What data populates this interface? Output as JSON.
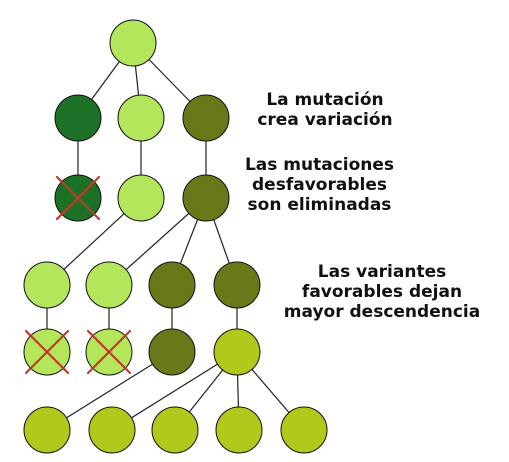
{
  "colors": {
    "light_green": "#b3e65a",
    "dark_green": "#1c7127",
    "olive": "#6a781a",
    "yellow_green": "#b2c81a",
    "outline": "#111111",
    "edge": "#222222",
    "cross": "#c0392b"
  },
  "captions": [
    {
      "lines": [
        "La mutación",
        "crea variación"
      ]
    },
    {
      "lines": [
        "Las mutaciones",
        "desfavorables",
        "son eliminadas"
      ]
    },
    {
      "lines": [
        "Las variantes",
        "favorables dejan",
        "mayor descendencia"
      ]
    }
  ],
  "nodes": [
    {
      "id": "root",
      "generation": 1,
      "color": "light_green",
      "eliminated": false
    },
    {
      "id": "g2-1",
      "generation": 2,
      "color": "dark_green",
      "eliminated": false
    },
    {
      "id": "g2-2",
      "generation": 2,
      "color": "light_green",
      "eliminated": false
    },
    {
      "id": "g2-3",
      "generation": 2,
      "color": "olive",
      "eliminated": false
    },
    {
      "id": "g3-1",
      "generation": 3,
      "color": "dark_green",
      "eliminated": true
    },
    {
      "id": "g3-2",
      "generation": 3,
      "color": "light_green",
      "eliminated": false
    },
    {
      "id": "g3-3",
      "generation": 3,
      "color": "olive",
      "eliminated": false
    },
    {
      "id": "g4-1",
      "generation": 4,
      "color": "light_green",
      "eliminated": false
    },
    {
      "id": "g4-2",
      "generation": 4,
      "color": "light_green",
      "eliminated": false
    },
    {
      "id": "g4-3",
      "generation": 4,
      "color": "olive",
      "eliminated": false
    },
    {
      "id": "g4-4",
      "generation": 4,
      "color": "olive",
      "eliminated": false
    },
    {
      "id": "g5-1",
      "generation": 5,
      "color": "light_green",
      "eliminated": true
    },
    {
      "id": "g5-2",
      "generation": 5,
      "color": "light_green",
      "eliminated": true
    },
    {
      "id": "g5-3",
      "generation": 5,
      "color": "olive",
      "eliminated": false
    },
    {
      "id": "g5-4",
      "generation": 5,
      "color": "yellow_green",
      "eliminated": false
    },
    {
      "id": "g6-1",
      "generation": 6,
      "color": "yellow_green",
      "eliminated": false
    },
    {
      "id": "g6-2",
      "generation": 6,
      "color": "yellow_green",
      "eliminated": false
    },
    {
      "id": "g6-3",
      "generation": 6,
      "color": "yellow_green",
      "eliminated": false
    },
    {
      "id": "g6-4",
      "generation": 6,
      "color": "yellow_green",
      "eliminated": false
    },
    {
      "id": "g6-5",
      "generation": 6,
      "color": "yellow_green",
      "eliminated": false
    }
  ],
  "edges": [
    [
      "root",
      "g2-1"
    ],
    [
      "root",
      "g2-2"
    ],
    [
      "root",
      "g2-3"
    ],
    [
      "g2-1",
      "g3-1"
    ],
    [
      "g2-2",
      "g3-2"
    ],
    [
      "g2-3",
      "g3-3"
    ],
    [
      "g3-2",
      "g4-1"
    ],
    [
      "g3-3",
      "g4-2"
    ],
    [
      "g3-3",
      "g4-3"
    ],
    [
      "g3-3",
      "g4-4"
    ],
    [
      "g4-1",
      "g5-1"
    ],
    [
      "g4-2",
      "g5-2"
    ],
    [
      "g4-3",
      "g5-3"
    ],
    [
      "g4-4",
      "g5-4"
    ],
    [
      "g5-3",
      "g6-1"
    ],
    [
      "g5-4",
      "g6-2"
    ],
    [
      "g5-4",
      "g6-3"
    ],
    [
      "g5-4",
      "g6-4"
    ],
    [
      "g5-4",
      "g6-5"
    ]
  ]
}
